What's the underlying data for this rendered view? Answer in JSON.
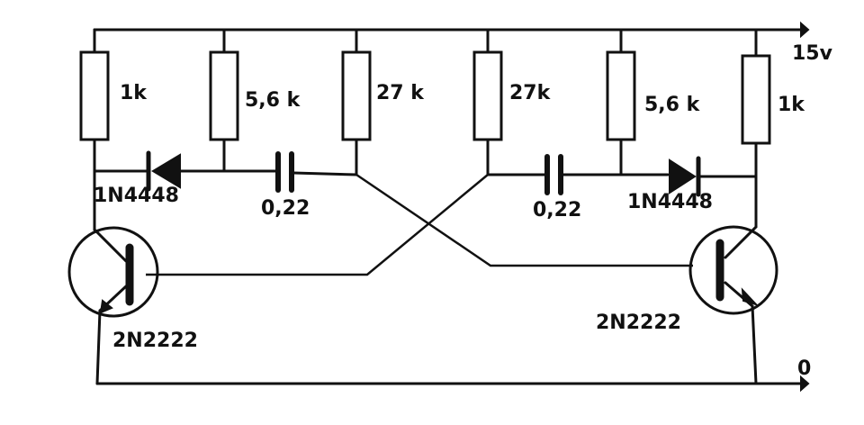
{
  "supply": {
    "voltage": "15v",
    "ground": "0"
  },
  "resistors": [
    {
      "value": "1k"
    },
    {
      "value": "5,6 k"
    },
    {
      "value": "27 k"
    },
    {
      "value": "27k"
    },
    {
      "value": "5,6 k"
    },
    {
      "value": "1k"
    }
  ],
  "diodes": [
    {
      "part": "1N4448"
    },
    {
      "part": "1N4448"
    }
  ],
  "capacitors": [
    {
      "value": "0,22"
    },
    {
      "value": "0,22"
    }
  ],
  "transistors": [
    {
      "part": "2N2222"
    },
    {
      "part": "2N2222"
    }
  ]
}
